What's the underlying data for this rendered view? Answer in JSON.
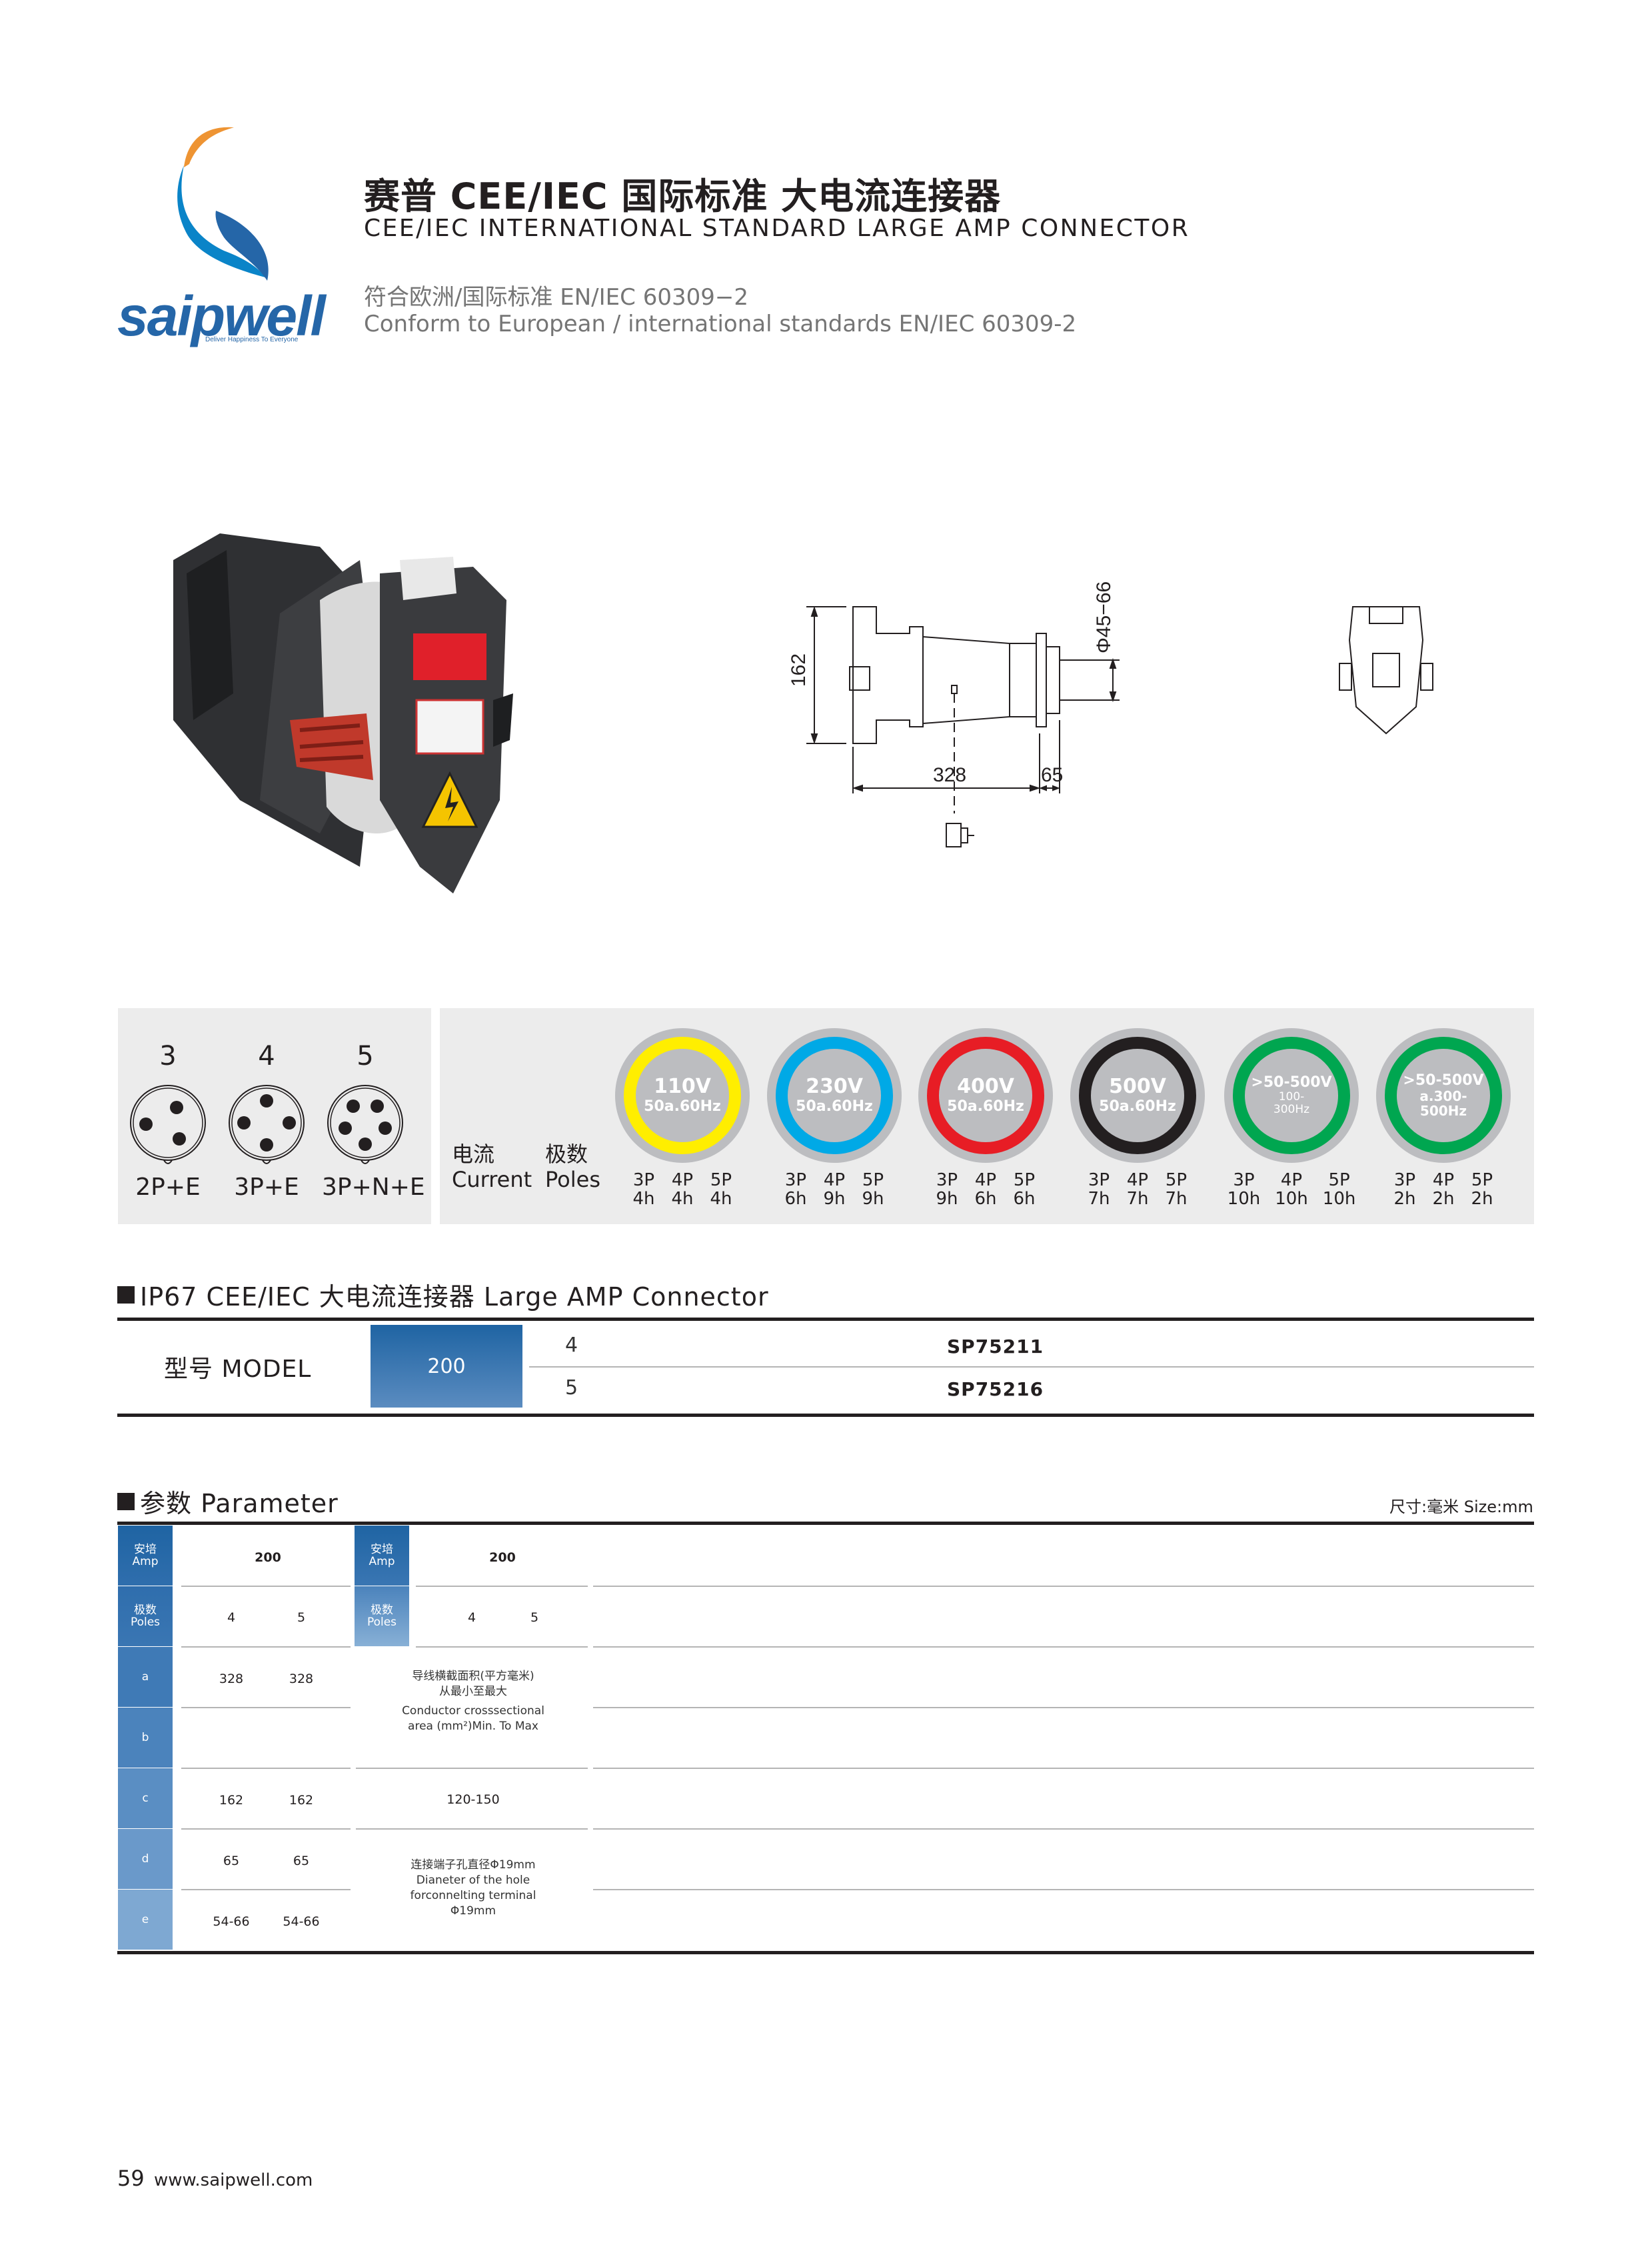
{
  "header": {
    "brand": "saipwell",
    "tagline": "Deliver Happiness To Everyone",
    "title_cn": "赛普 CEE/IEC 国际标准 大电流连接器",
    "title_en": "CEE/IEC INTERNATIONAL STANDARD LARGE AMP CONNECTOR",
    "subtitle_cn": "符合欧洲/国际标准 EN/IEC 60309−2",
    "subtitle_en": "Conform to European / international standards EN/IEC 60309-2",
    "colors": {
      "brand_blue": "#2566a8",
      "brand_light_blue": "#0a84c8",
      "brand_orange": "#ee9433"
    }
  },
  "drawing": {
    "dim_height": "162",
    "dim_length": "328",
    "dim_front": "65",
    "dim_diameter": "Φ45−66"
  },
  "poles": [
    {
      "count": "3",
      "label": "2P+E"
    },
    {
      "count": "4",
      "label": "3P+E"
    },
    {
      "count": "5",
      "label": "3P+N+E"
    }
  ],
  "current_label": {
    "cn": "电流",
    "en": "Current"
  },
  "poles_label": {
    "cn": "极数",
    "en": "Poles"
  },
  "voltages": [
    {
      "volt": "110V",
      "freq": "50a.60Hz",
      "color": "#ffee00",
      "hours": [
        [
          "3P",
          "4h"
        ],
        [
          "4P",
          "4h"
        ],
        [
          "5P",
          "4h"
        ]
      ]
    },
    {
      "volt": "230V",
      "freq": "50a.60Hz",
      "color": "#00a9e6",
      "hours": [
        [
          "3P",
          "6h"
        ],
        [
          "4P",
          "9h"
        ],
        [
          "5P",
          "9h"
        ]
      ]
    },
    {
      "volt": "400V",
      "freq": "50a.60Hz",
      "color": "#e71d25",
      "hours": [
        [
          "3P",
          "9h"
        ],
        [
          "4P",
          "6h"
        ],
        [
          "5P",
          "6h"
        ]
      ]
    },
    {
      "volt": "500V",
      "freq": "50a.60Hz",
      "color": "#231f20",
      "hours": [
        [
          "3P",
          "7h"
        ],
        [
          "4P",
          "7h"
        ],
        [
          "5P",
          "7h"
        ]
      ]
    },
    {
      "volt": ">50-500V",
      "freq": "100-",
      "freq2": "300Hz",
      "color": "#00a650",
      "hours": [
        [
          "3P",
          "10h"
        ],
        [
          "4P",
          "10h"
        ],
        [
          "5P",
          "10h"
        ]
      ]
    },
    {
      "volt": ">50-500V",
      "freq": "a.300-",
      "freq2": "500Hz",
      "color": "#00a650",
      "hours": [
        [
          "3P",
          "2h"
        ],
        [
          "4P",
          "2h"
        ],
        [
          "5P",
          "2h"
        ]
      ]
    }
  ],
  "model_section": {
    "title": "IP67 CEE/IEC 大电流连接器  Large AMP Connector",
    "label": "型号 MODEL",
    "amp": "200",
    "rows": [
      {
        "poles": "4",
        "code": "SP75211"
      },
      {
        "poles": "5",
        "code": "SP75216"
      }
    ]
  },
  "parameter_section": {
    "title": "参数 Parameter",
    "size_note": "尺寸:毫米  Size:mm",
    "headers": {
      "amp": [
        "安培",
        "Amp"
      ],
      "poles": [
        "极数",
        "Poles"
      ],
      "rows": [
        "a",
        "b",
        "c",
        "d",
        "e"
      ]
    },
    "amp_value": "200",
    "pole_values": [
      "4",
      "5"
    ],
    "dims": {
      "a": [
        "328",
        "328"
      ],
      "b": [
        "",
        ""
      ],
      "c": [
        "162",
        "162"
      ],
      "d": [
        "65",
        "65"
      ],
      "e": [
        "54-66",
        "54-66"
      ]
    },
    "right_amp_value": "200",
    "right_pole_values": [
      "4",
      "5"
    ],
    "conductor_note": [
      "导线横截面积(平方毫米)",
      "从最小至最大",
      "Conductor crosssectional",
      "area (mm²)Min. To Max"
    ],
    "conductor_value": "120-150",
    "terminal_note": [
      "连接端子孔直径Φ19mm",
      "Dianeter of the hole",
      "forconnelting terminal",
      "Φ19mm"
    ]
  },
  "footer": {
    "page": "59",
    "url": "www.saipwell.com"
  }
}
